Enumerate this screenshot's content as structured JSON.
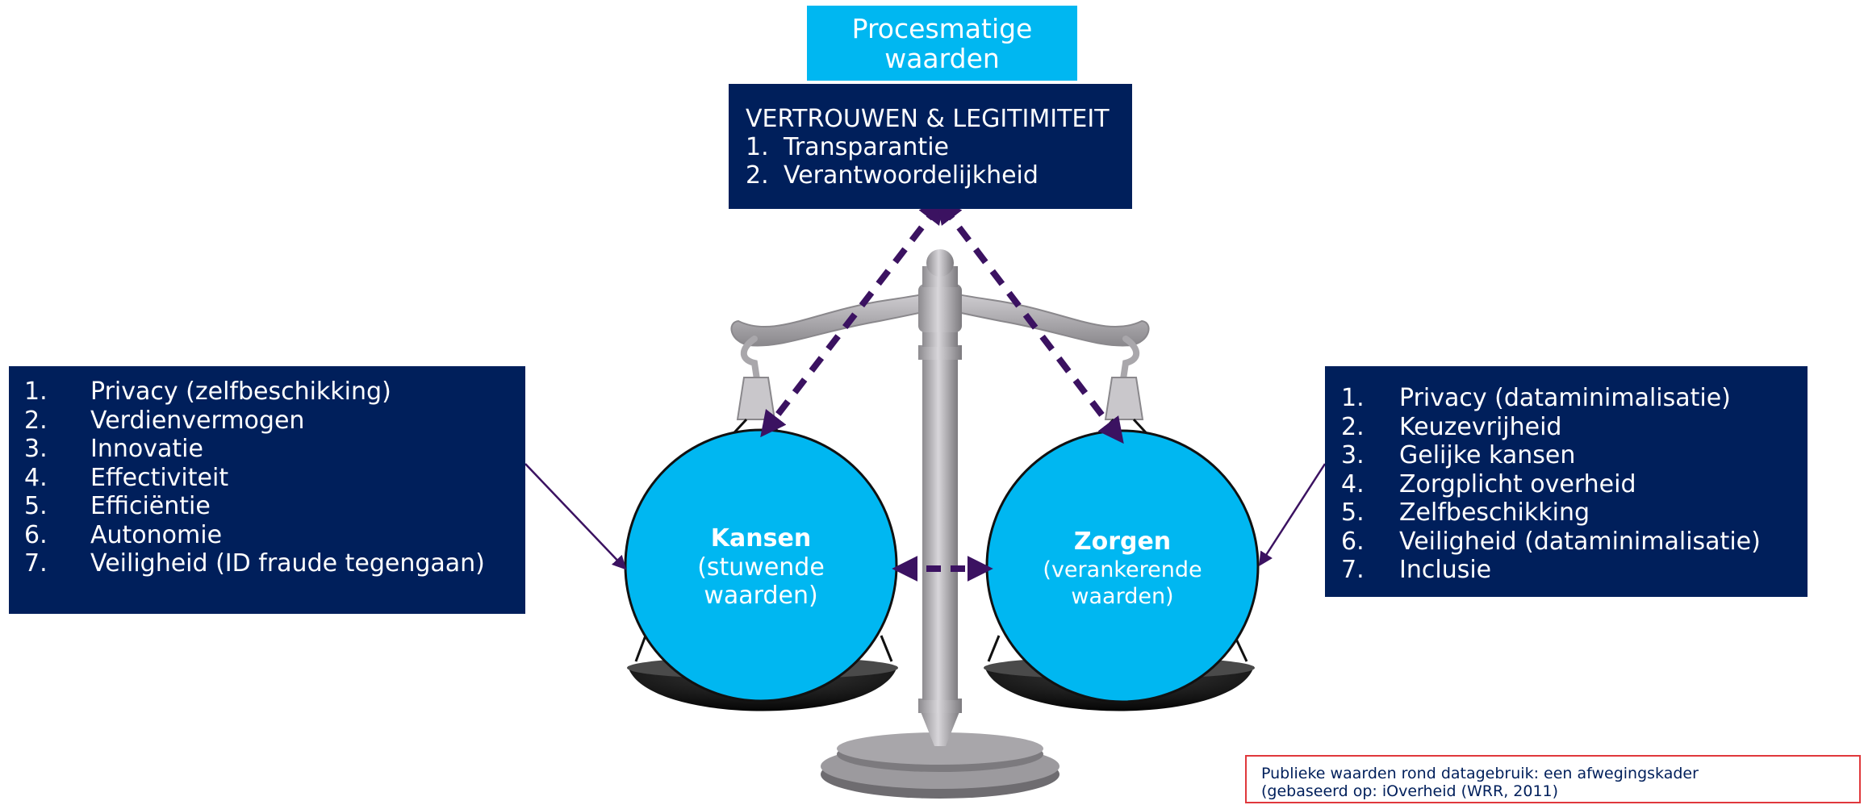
{
  "header": {
    "line1": "Procesmatige",
    "line2": "waarden"
  },
  "trust": {
    "heading": "VERTROUWEN & LEGITIMITEIT",
    "items": [
      {
        "num": "1.",
        "label": "Transparantie"
      },
      {
        "num": "2.",
        "label": "Verantwoordelijkheid"
      }
    ]
  },
  "kansen": {
    "title": "Kansen",
    "subtitle_line1": "(stuwende",
    "subtitle_line2": "waarden)",
    "items": [
      {
        "num": "1.",
        "label": "Privacy (zelfbeschikking)"
      },
      {
        "num": "2.",
        "label": "Verdienvermogen"
      },
      {
        "num": "3.",
        "label": "Innovatie"
      },
      {
        "num": "4.",
        "label": "Effectiviteit"
      },
      {
        "num": "5.",
        "label": "Efficiëntie"
      },
      {
        "num": "6.",
        "label": "Autonomie"
      },
      {
        "num": "7.",
        "label": "Veiligheid (ID fraude tegengaan)"
      }
    ]
  },
  "zorgen": {
    "title": "Zorgen",
    "subtitle_line1": "(verankerende",
    "subtitle_line2": "waarden)",
    "items": [
      {
        "num": "1.",
        "label": "Privacy (dataminimalisatie)"
      },
      {
        "num": "2.",
        "label": "Keuzevrijheid"
      },
      {
        "num": "3.",
        "label": "Gelijke kansen"
      },
      {
        "num": "4.",
        "label": "Zorgplicht overheid"
      },
      {
        "num": "5.",
        "label": "Zelfbeschikking"
      },
      {
        "num": "6.",
        "label": "Veiligheid (dataminimalisatie)"
      },
      {
        "num": "7.",
        "label": "Inclusie"
      }
    ]
  },
  "source": {
    "line1": "Publieke waarden rond datagebruik: een afwegingskader",
    "line2": "(gebaseerd op: iOverheid (WRR, 2011)"
  },
  "colors": {
    "navy": "#001f5b",
    "cyan": "#00b7f1",
    "arrow_purple": "#3b1261",
    "source_border": "#e0383c"
  }
}
